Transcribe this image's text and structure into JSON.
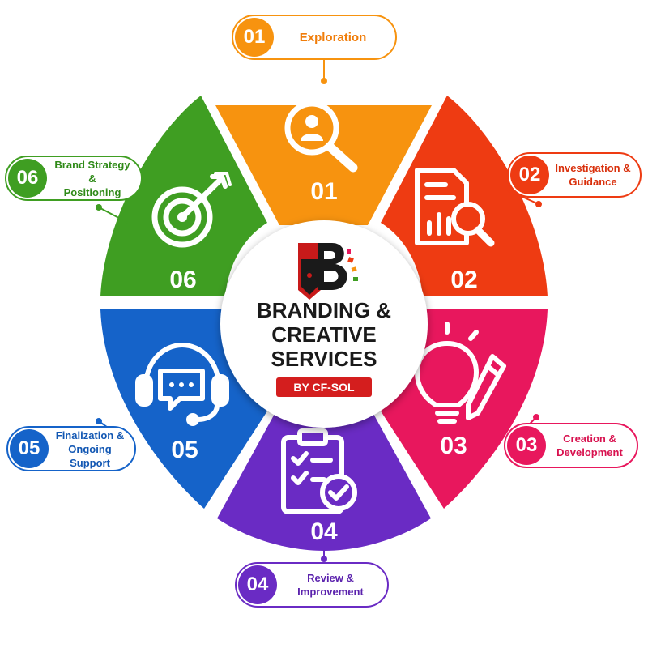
{
  "center": {
    "title_line1": "BRANDING &",
    "title_line2": "CREATIVE",
    "title_line3": "SERVICES",
    "subtitle": "BY CF-SOL",
    "logo_icon": "pen-nib-b-logo-icon"
  },
  "segments": [
    {
      "num": "01",
      "label": "Exploration",
      "label_line1": "Exploration",
      "label_line2": "",
      "color": "#f7930f",
      "icon": "user-search-icon"
    },
    {
      "num": "02",
      "label_line1": "Investigation &",
      "label_line2": "Guidance",
      "color": "#ee3b12",
      "icon": "document-chart-search-icon"
    },
    {
      "num": "03",
      "label_line1": "Creation &",
      "label_line2": "Development",
      "color": "#e8175d",
      "icon": "lightbulb-pencil-icon"
    },
    {
      "num": "04",
      "label_line1": "Review &",
      "label_line2": "Improvement",
      "color": "#6a2bc4",
      "icon": "clipboard-check-icon"
    },
    {
      "num": "05",
      "label_line1": "Finalization &",
      "label_line2": "Ongoing Support",
      "color": "#1563c9",
      "icon": "headset-chat-icon"
    },
    {
      "num": "06",
      "label_line1": "Brand Strategy &",
      "label_line2": "Positioning",
      "color": "#3f9e22",
      "icon": "target-arrow-icon"
    }
  ]
}
